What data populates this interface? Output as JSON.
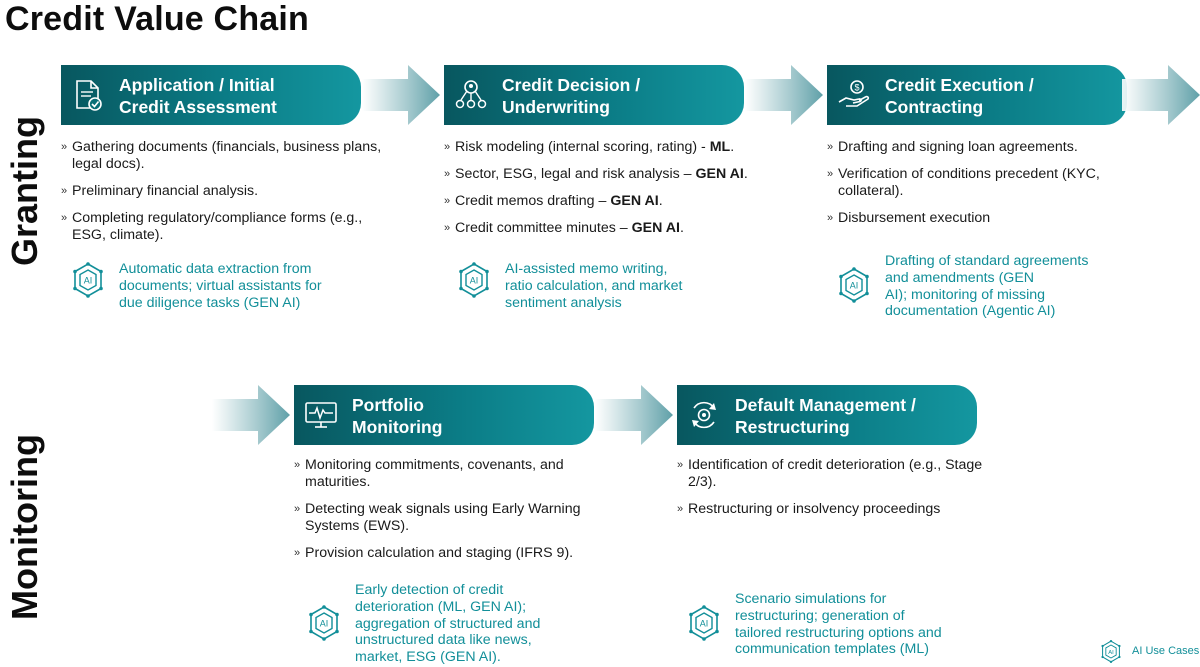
{
  "page": {
    "title": "Credit Value Chain",
    "sections": {
      "granting": "Granting",
      "monitoring": "Monitoring"
    },
    "legend": "AI Use Cases"
  },
  "colors": {
    "header_dark": "#08575f",
    "header_light": "#1497a0",
    "ai_text": "#128f99",
    "arrow": "#5fa0a8"
  },
  "stages": [
    {
      "title": "Application / Initial\nCredit Assessment",
      "icon": "document-check-icon",
      "bullets": [
        {
          "text": "Gathering documents (financials, business plans, legal docs).",
          "ai": ""
        },
        {
          "text": "Preliminary financial analysis.",
          "ai": ""
        },
        {
          "text": "Completing regulatory/compliance forms (e.g., ESG, climate).",
          "ai": ""
        }
      ],
      "ai_use_case": "Automatic data extraction from\ndocuments; virtual assistants for\ndue diligence tasks (GEN AI)"
    },
    {
      "title": "Credit Decision /\nUnderwriting",
      "icon": "decision-network-icon",
      "bullets": [
        {
          "text": "Risk modeling (internal scoring, rating) - ",
          "ai": "ML",
          "tail": "."
        },
        {
          "text": "Sector, ESG, legal and risk analysis – ",
          "ai": "GEN AI",
          "tail": "."
        },
        {
          "text": "Credit memos drafting – ",
          "ai": "GEN AI",
          "tail": "."
        },
        {
          "text": "Credit committee minutes – ",
          "ai": "GEN AI",
          "tail": "."
        }
      ],
      "ai_use_case": "AI-assisted memo writing,\nratio calculation, and market\nsentiment analysis"
    },
    {
      "title": "Credit Execution /\nContracting",
      "icon": "hand-money-icon",
      "bullets": [
        {
          "text": "Drafting and signing loan agreements.",
          "ai": ""
        },
        {
          "text": "Verification of conditions precedent (KYC, collateral).",
          "ai": ""
        },
        {
          "text": "Disbursement execution",
          "ai": ""
        }
      ],
      "ai_use_case": "Drafting of standard agreements\nand amendments (GEN\nAI); monitoring of missing\ndocumentation (Agentic AI)"
    },
    {
      "title": "Portfolio\nMonitoring",
      "icon": "monitor-pulse-icon",
      "bullets": [
        {
          "text": "Monitoring commitments, covenants, and maturities.",
          "ai": ""
        },
        {
          "text": "Detecting weak signals using Early Warning Systems (EWS).",
          "ai": ""
        },
        {
          "text": "Provision calculation and staging (IFRS 9).",
          "ai": ""
        }
      ],
      "ai_use_case": "Early detection of credit\ndeterioration (ML, GEN AI);\naggregation of structured and\nunstructured data like news,\nmarket, ESG (GEN AI)."
    },
    {
      "title": "Default Management /\nRestructuring",
      "icon": "gear-cycle-icon",
      "bullets": [
        {
          "text": "Identification of credit deterioration (e.g., Stage 2/3).",
          "ai": ""
        },
        {
          "text": "Restructuring or insolvency proceedings",
          "ai": ""
        }
      ],
      "ai_use_case": "Scenario simulations for\nrestructuring; generation of\ntailored restructuring options and\ncommunication templates (ML)"
    }
  ]
}
